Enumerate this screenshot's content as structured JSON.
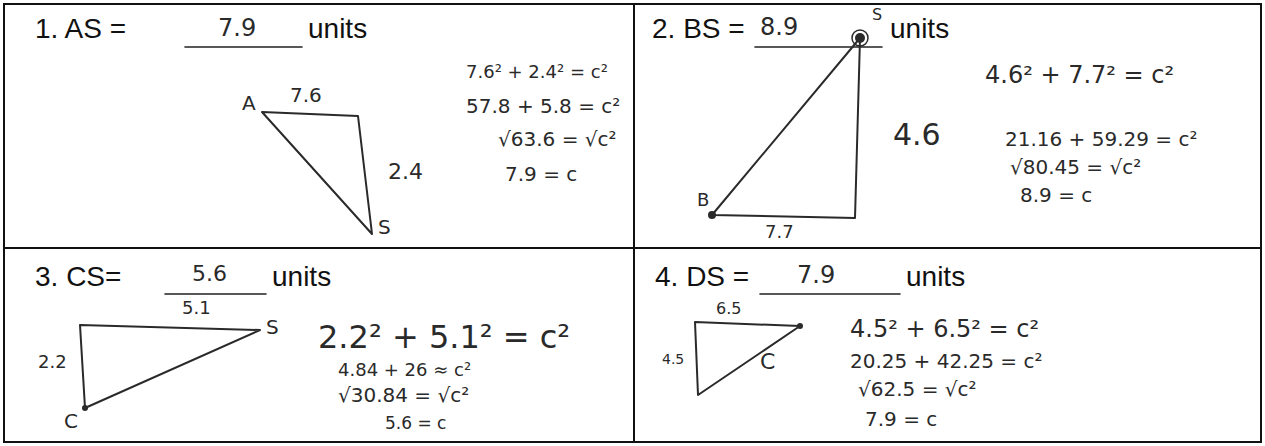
{
  "diagram": {
    "nodes": [
      {
        "text": [
          "1. AS =",
          "7.9",
          "units",
          "A",
          "7.6",
          "2.4",
          "S",
          "7.6² + 2.4² = c²",
          "57.8 + 5.8 = c²",
          "√63.6 = √c²",
          "7.9 = c"
        ]
      },
      {
        "text": [
          "2. BS =",
          "8.9",
          "units",
          "S",
          "B",
          "4.6",
          "7.7",
          "4.6² + 7.7² = c²",
          "21.16 + 59.29 = c²",
          "√80.45 = √c²",
          "8.9 = c"
        ]
      },
      {
        "text": [
          "3. CS=",
          "5.6",
          "5.1",
          "units",
          "2.2",
          "S",
          "C",
          "2.2² + 5.1² = c²",
          "4.84 + 26 ≈ c²",
          "√30.84 = √c²",
          "5.6 = c"
        ]
      },
      {
        "text": [
          "4. DS =",
          "7.9",
          "units",
          "6.5",
          "4.5",
          "C",
          "4.5² + 6.5² = c²",
          "20.25 + 42.25 = c²",
          "√62.5 = √c²",
          "7.9 = c"
        ]
      }
    ]
  }
}
